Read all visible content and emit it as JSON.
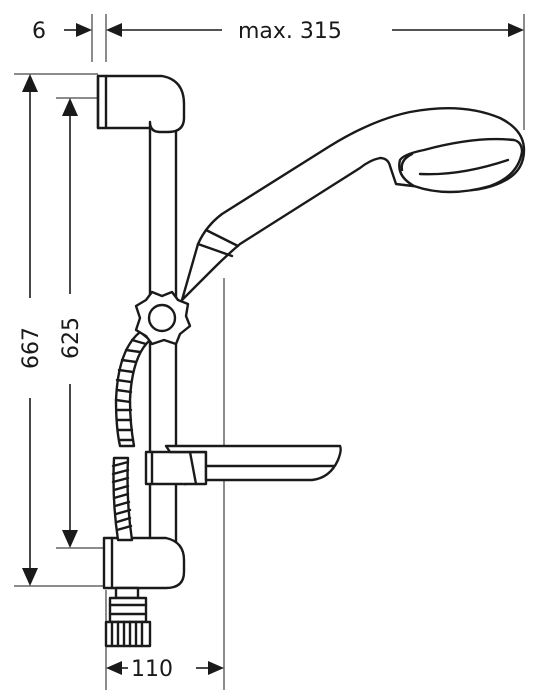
{
  "dimensions": {
    "offset": "6",
    "reach": "max. 315",
    "total_height": "667",
    "rail_height": "625",
    "wall_distance": "110"
  }
}
